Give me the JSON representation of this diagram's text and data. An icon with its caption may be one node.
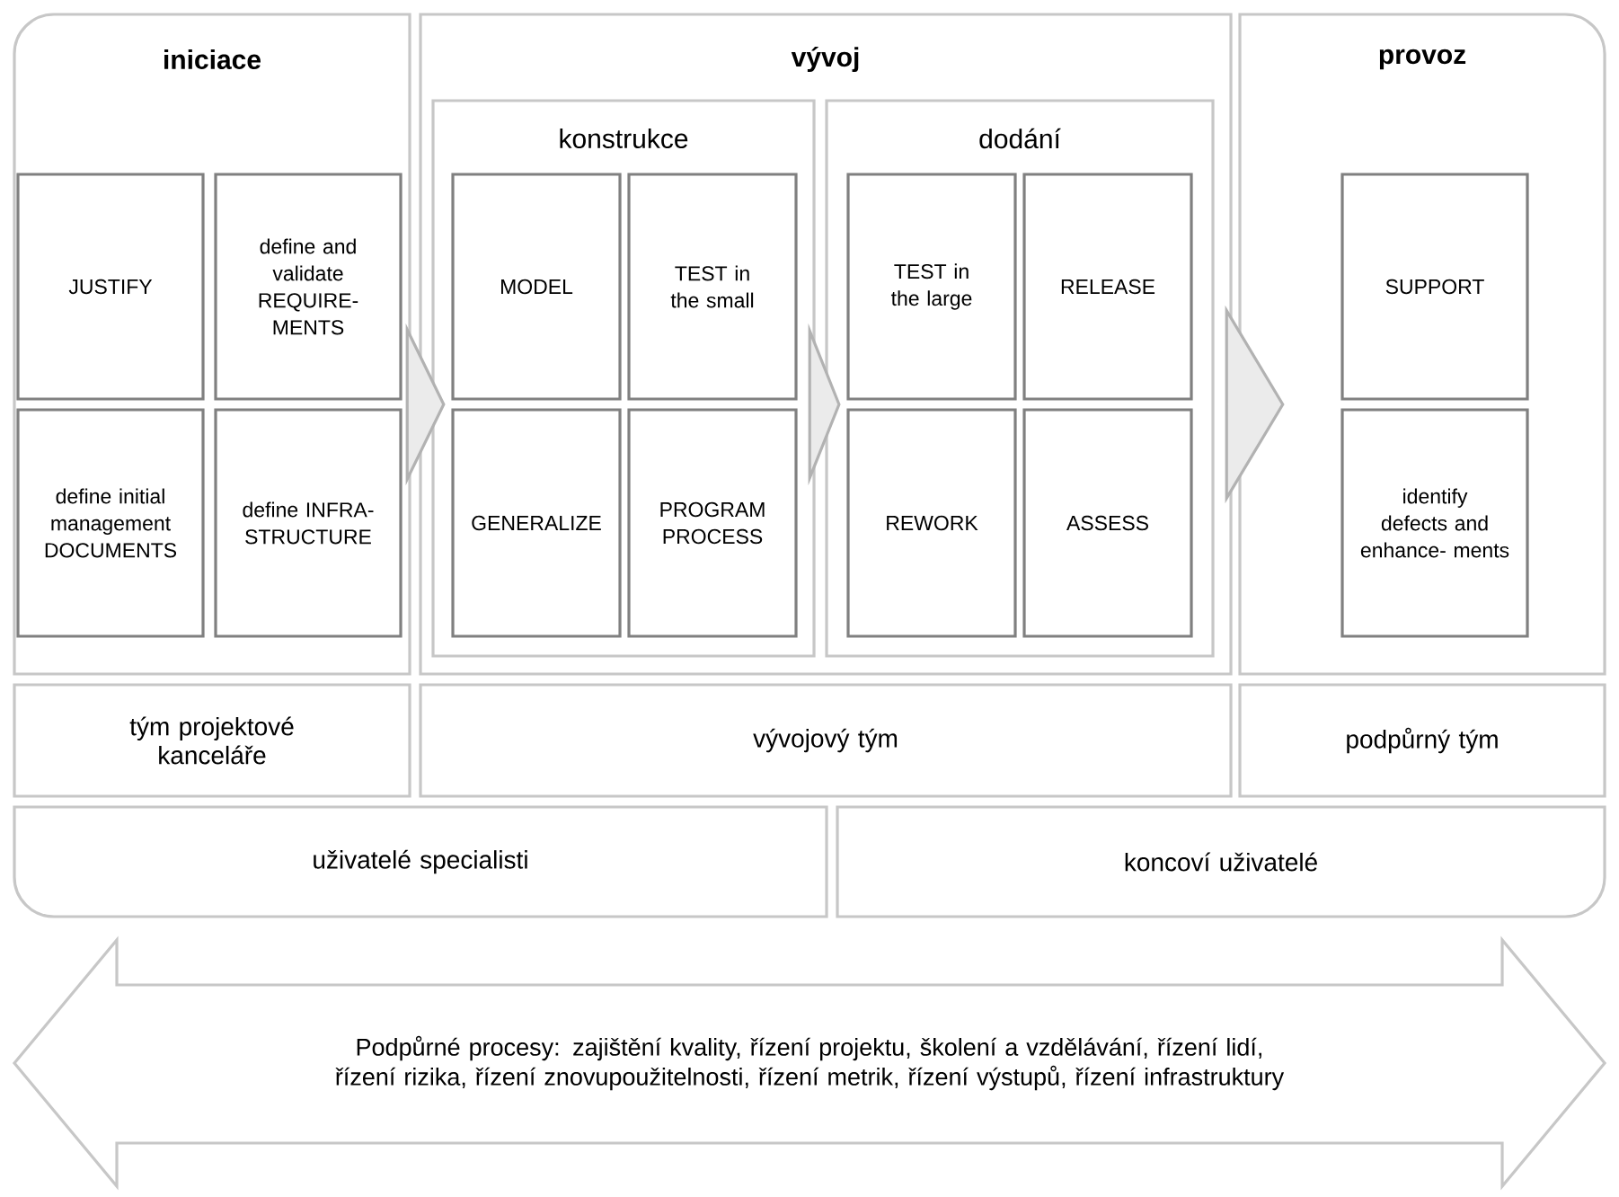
{
  "diagram": {
    "nodes": [
      {
        "text": [
          "iniciace"
        ]
      },
      {
        "text": [
          "vývoj"
        ]
      },
      {
        "text": [
          "konstrukce"
        ],
        "in": 1
      },
      {
        "text": [
          "dodání"
        ],
        "in": 1
      },
      {
        "text": [
          "provoz"
        ]
      },
      {
        "text": [
          "JUSTIFY"
        ],
        "in": 0
      },
      {
        "text": [
          "define and validate REQUIRE- MENTS"
        ],
        "in": 0
      },
      {
        "text": [
          "define initial management DOCUMENTS"
        ],
        "in": 0
      },
      {
        "text": [
          "define INFRA- STRUCTURE"
        ],
        "in": 0
      },
      {
        "text": [
          "MODEL"
        ],
        "in": 2
      },
      {
        "text": [
          "TEST in the small"
        ],
        "in": 2
      },
      {
        "text": [
          "GENERALIZE"
        ],
        "in": 2
      },
      {
        "text": [
          "PROGRAM PROCESS"
        ],
        "in": 2
      },
      {
        "text": [
          "TEST in the large"
        ],
        "in": 3
      },
      {
        "text": [
          "RELEASE"
        ],
        "in": 3
      },
      {
        "text": [
          "REWORK"
        ],
        "in": 3
      },
      {
        "text": [
          "ASSESS"
        ],
        "in": 3
      },
      {
        "text": [
          "SUPPORT"
        ],
        "in": 4
      },
      {
        "text": [
          "identify defects and enhance- ments"
        ],
        "in": 4
      },
      {
        "text": [
          "tým projektové kanceláře"
        ]
      },
      {
        "text": [
          "vývojový tým"
        ]
      },
      {
        "text": [
          "podpůrný tým"
        ]
      },
      {
        "text": [
          "uživatelé specialisti"
        ]
      },
      {
        "text": [
          "koncoví uživatelé"
        ]
      },
      {
        "text": [
          "Podpůrné procesy: zajištění kvality, řízení projektu, školení a vzdělávání, řízení lidí, řízení rizika, řízení znovupoužitelnosti, řízení metrik, řízení výstupů, řízení infrastruktury"
        ]
      }
    ],
    "edges": [
      {
        "from": 0,
        "to": 1,
        "arrow": "to"
      },
      {
        "from": 2,
        "to": 3,
        "arrow": "to"
      },
      {
        "from": 1,
        "to": 4,
        "arrow": "to"
      }
    ]
  }
}
